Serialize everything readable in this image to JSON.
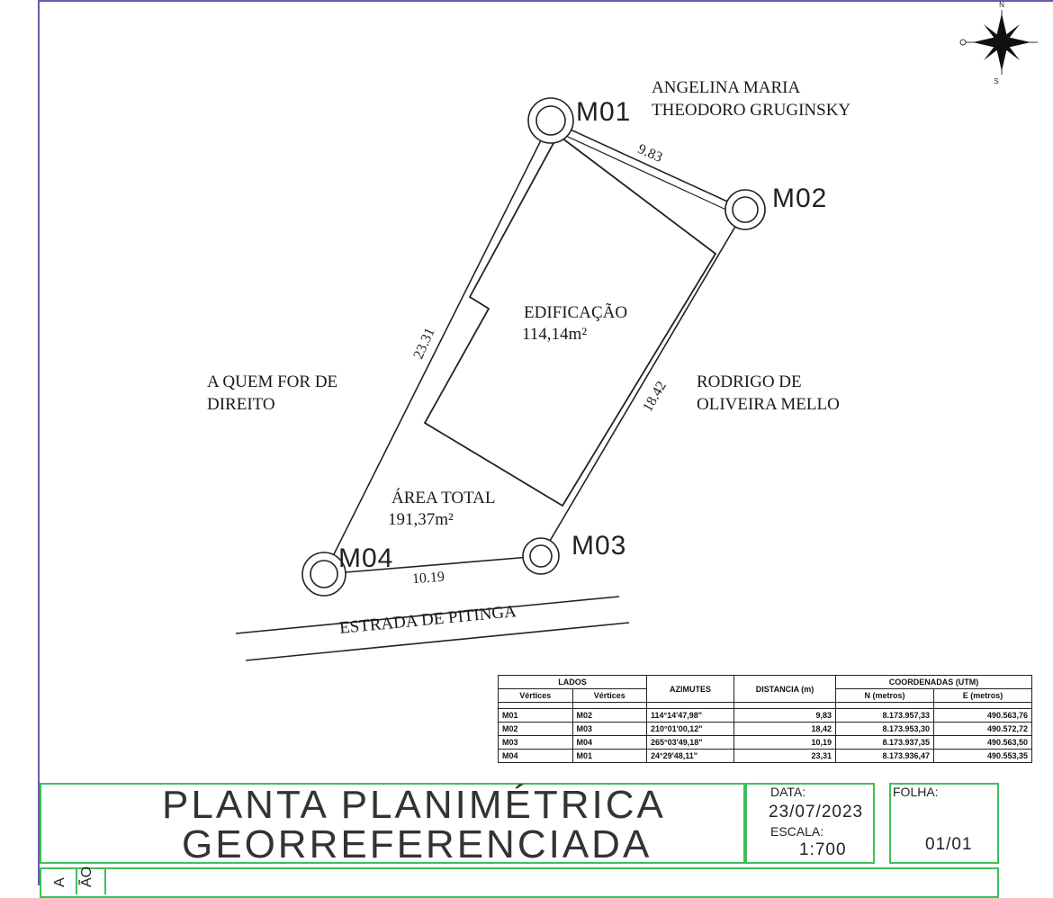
{
  "neighbors": {
    "north": "ANGELINA MARIA\nTHEODORO GRUGINSKY",
    "east": "RODRIGO DE\nOLIVEIRA MELLO",
    "west": "A QUEM FOR DE\nDIREITO",
    "road": "ESTRADA DE PITINGA"
  },
  "building": {
    "label": "EDIFICAÇÃO",
    "area": "114,14m²"
  },
  "lot": {
    "label": "ÁREA TOTAL",
    "area": "191,37m²"
  },
  "vertices": [
    "M01",
    "M02",
    "M03",
    "M04"
  ],
  "sides": {
    "m01_m02": "9.83",
    "m02_m03": "18.42",
    "m03_m04": "10.19",
    "m04_m01": "23.31"
  },
  "compass": {
    "n": "N",
    "s": "S"
  },
  "table": {
    "group_lados": "LADOS",
    "col_vertice_a": "Vértices",
    "col_vertice_b": "Vértices",
    "col_azimutes": "AZIMUTES",
    "col_distancia": "DISTANCIA (m)",
    "group_coords": "COORDENADAS (UTM)",
    "col_n": "N (metros)",
    "col_e": "E (metros)",
    "rows": [
      {
        "a": "M01",
        "b": "M02",
        "az": "114°14'47,98\"",
        "dist": "9,83",
        "n": "8.173.957,33",
        "e": "490.563,76"
      },
      {
        "a": "M02",
        "b": "M03",
        "az": "210°01'00,12\"",
        "dist": "18,42",
        "n": "8.173.953,30",
        "e": "490.572,72"
      },
      {
        "a": "M03",
        "b": "M04",
        "az": "265°03'49,18\"",
        "dist": "10,19",
        "n": "8.173.937,35",
        "e": "490.563,50"
      },
      {
        "a": "M04",
        "b": "M01",
        "az": "24°29'48,11\"",
        "dist": "23,31",
        "n": "8.173.936,47",
        "e": "490.553,35"
      }
    ]
  },
  "title_block": {
    "title_line1": "PLANTA PLANIMÉTRICA",
    "title_line2": "GEORREFERENCIADA",
    "data_label": "DATA:",
    "data_value": "23/07/2023",
    "escala_label": "ESCALA:",
    "escala_value": "1:700",
    "folha_label": "FOLHA:",
    "folha_value": "01/01",
    "side_a": "A",
    "side_b": "ÃO"
  }
}
